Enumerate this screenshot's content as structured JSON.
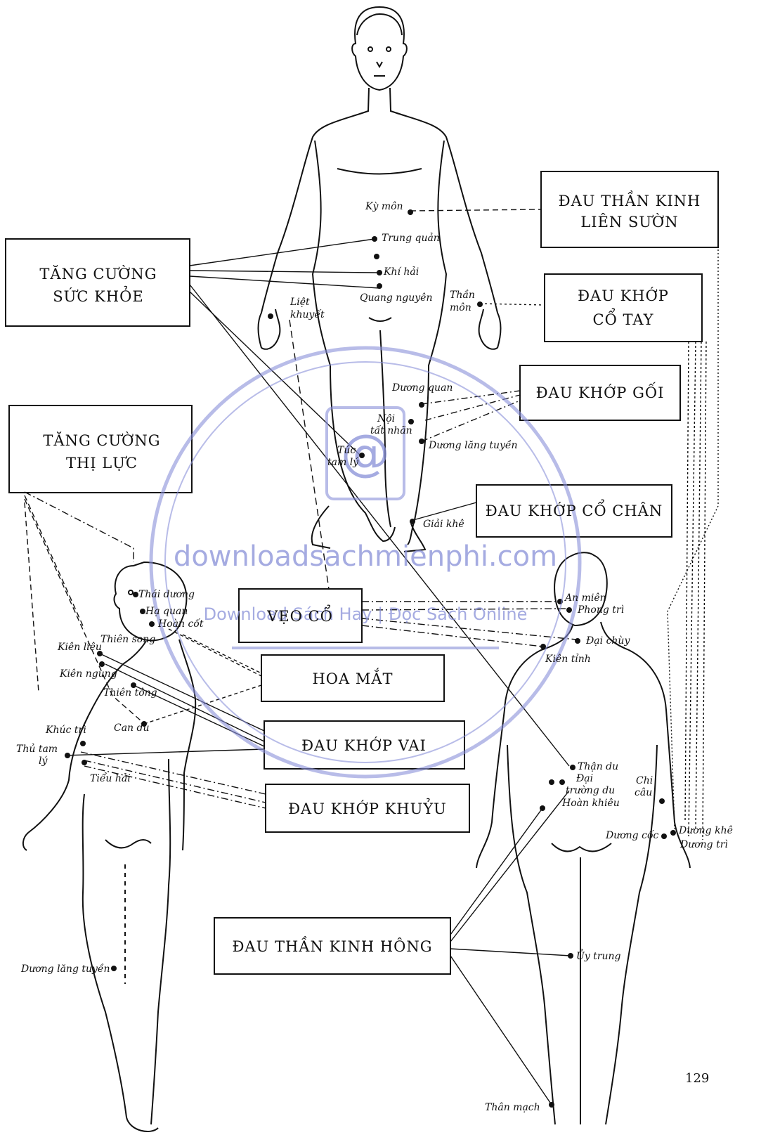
{
  "boxes": {
    "tang_cuong_suc_khoe": [
      "TĂNG CƯỜNG",
      "SỨC KHỎE"
    ],
    "tang_cuong_thi_luc": [
      "TĂNG CƯỜNG",
      "THỊ LỰC"
    ],
    "dau_than_kinh_lien_suon": [
      "ĐAU THẦN KINH",
      "LIÊN SƯỜN"
    ],
    "dau_khop_co_tay": [
      "ĐAU KHỚP",
      "CỔ TAY"
    ],
    "dau_khop_goi": "ĐAU KHỚP GỐI",
    "dau_khop_co_chan": "ĐAU KHỚP CỔ CHÂN",
    "veo_co": "VẸO CỔ",
    "hoa_mat": "HOA MẮT",
    "dau_khop_vai": "ĐAU KHỚP VAI",
    "dau_khop_khuyu": "ĐAU KHỚP KHUỶU",
    "dau_than_kinh_hong": "ĐAU THẦN KINH HÔNG"
  },
  "points": {
    "front": {
      "ky_mon": "Kỳ môn",
      "trung_quan": "Trung quản",
      "khi_hai": "Khí hải",
      "quang_nguyen": "Quang nguyên",
      "liet_khuyet": [
        "Liệt",
        "khuyết"
      ],
      "than_mon": [
        "Thần",
        "môn"
      ],
      "duong_quan": "Dương quan",
      "noi_tat_nhan": [
        "Nội",
        "tất nhãn"
      ],
      "duong_lang_tuyen": "Dương lăng tuyền",
      "tuc_tam_ly": [
        "Túc",
        "tam lý"
      ],
      "giai_khe": "Giải khê"
    },
    "left_back": {
      "thai_duong": "Thái dương",
      "ha_quan": "Hạ quan",
      "hoan_cot": "Hoàn cốt",
      "thien_song": "Thiên song",
      "kien_lieu": "Kiên liêu",
      "kien_ngung": "Kiên ngung",
      "thien_tong": "Thiên tông",
      "can_du": "Can du",
      "khuc_tri": "Khúc trì",
      "thu_tam_ly": [
        "Thủ tam",
        "lý"
      ],
      "tieu_hai": "Tiểu hải",
      "duong_lang_tuyen": "Dương lăng tuyền"
    },
    "right_back": {
      "an_mien": "An miên",
      "phong_tri": "Phong trì",
      "dai_chuy": "Đại chùy",
      "kien_tinh": "Kiên tỉnh",
      "than_du": "Thận du",
      "dai_truong_du": [
        "Đại",
        "trường du"
      ],
      "hoan_khieu": "Hoàn khiêu",
      "chi_cau": [
        "Chi",
        "câu"
      ],
      "duong_ca": "Dương cốc",
      "duong_khe": "Dương khê",
      "duong_tri": "Dương trì",
      "uy_trung": "Ủy trung",
      "than_mach": "Thân mạch"
    }
  },
  "watermark": {
    "site": "downloadsachmienphi.com",
    "tagline": "Download Sách Hay | Đọc Sách Online"
  },
  "page_number": "129",
  "colors": {
    "ink": "#111111",
    "watermark": "#8890d8"
  }
}
